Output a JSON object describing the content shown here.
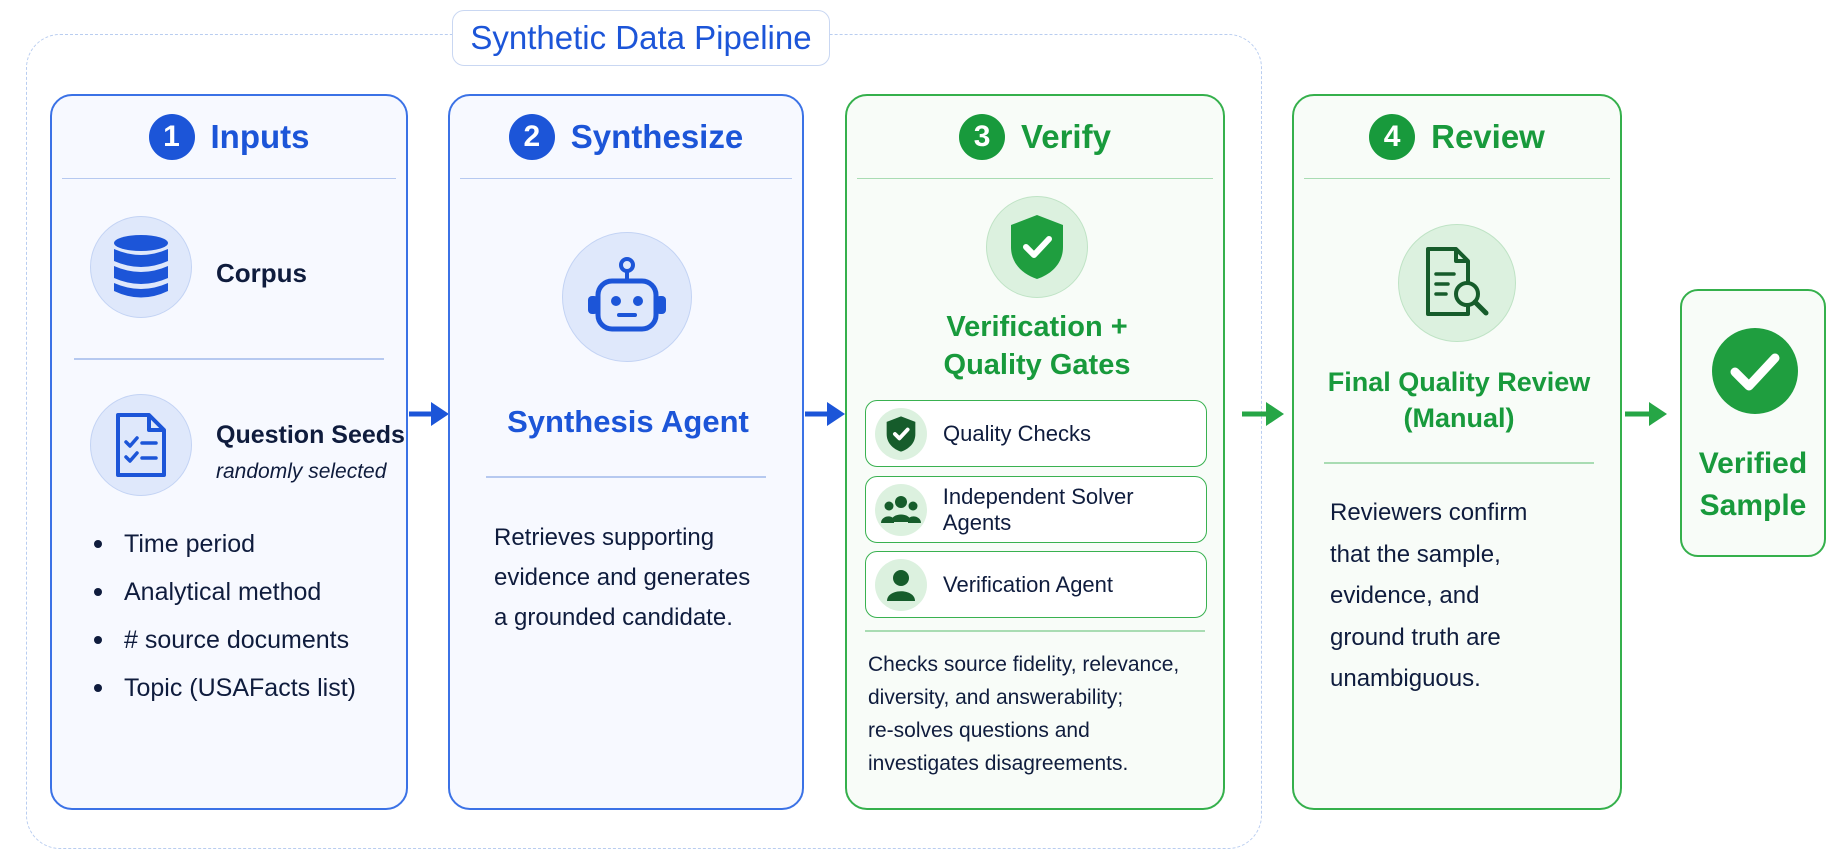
{
  "pipeline_title": "Synthetic Data Pipeline",
  "colors": {
    "blue": "#1c55d8",
    "green": "#189a3c",
    "text": "#0f1c3d"
  },
  "stages": [
    {
      "number": "1",
      "title": "Inputs",
      "corpus_label": "Corpus",
      "seeds_label": "Question Seeds",
      "seeds_note": "randomly selected",
      "bullets": [
        "Time period",
        "Analytical method",
        "# source documents",
        "Topic (USAFacts list)"
      ],
      "icons": [
        "database-icon",
        "checklist-document-icon"
      ]
    },
    {
      "number": "2",
      "title": "Synthesize",
      "agent_label": "Synthesis Agent",
      "description": [
        "Retrieves supporting",
        "evidence and generates",
        "a grounded candidate."
      ],
      "icons": [
        "robot-icon"
      ]
    },
    {
      "number": "3",
      "title": "Verify",
      "heading": [
        "Verification +",
        "Quality Gates"
      ],
      "checks": [
        {
          "label": "Quality Checks",
          "icon": "shield-check-icon"
        },
        {
          "label": "Independent Solver Agents",
          "icon": "people-group-icon"
        },
        {
          "label": "Verification Agent",
          "icon": "person-icon"
        }
      ],
      "description": [
        "Checks source fidelity, relevance,",
        "diversity, and answerability;",
        "re-solves questions and",
        "investigates disagreements."
      ],
      "icons": [
        "shield-check-icon"
      ]
    },
    {
      "number": "4",
      "title": "Review",
      "heading": [
        "Final Quality Review",
        "(Manual)"
      ],
      "description": [
        "Reviewers confirm",
        "that the sample,",
        "evidence, and",
        "ground truth are",
        "unambiguous."
      ],
      "icons": [
        "document-search-icon"
      ]
    }
  ],
  "output": {
    "label": [
      "Verified",
      "Sample"
    ],
    "icon": "check-circle-icon"
  }
}
